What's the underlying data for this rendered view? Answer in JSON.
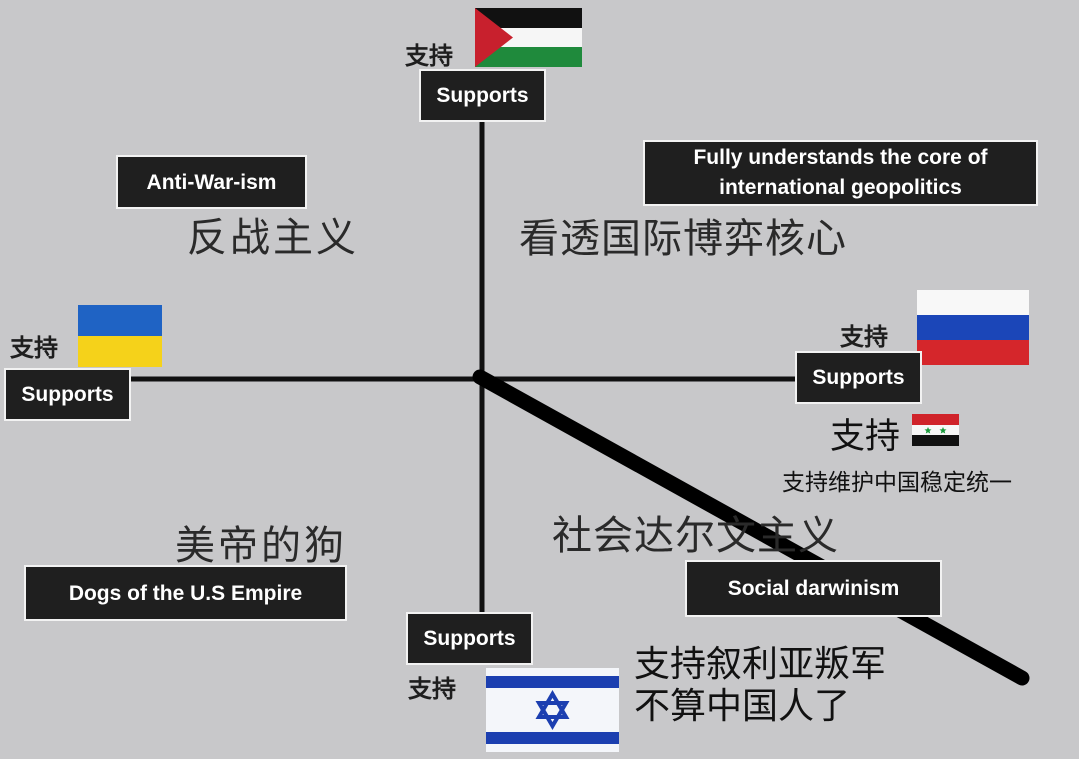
{
  "quadrants": {
    "top_left": {
      "en": "Anti-War-ism",
      "cn": "反战主义"
    },
    "top_right": {
      "en_line1": "Fully understands the core of",
      "en_line2": "international geopolitics",
      "cn": "看透国际博弈核心"
    },
    "bottom_left": {
      "en": "Dogs of the U.S Empire",
      "cn": "美帝的狗"
    },
    "bottom_right": {
      "en": "Social darwinism",
      "cn": "社会达尔文主义"
    }
  },
  "supports": {
    "top": {
      "cn": "支持",
      "en": "Supports",
      "flag": "palestine-flag"
    },
    "left": {
      "cn": "支持",
      "en": "Supports",
      "flag": "ukraine-flag"
    },
    "right": {
      "cn": "支持",
      "en": "Supports",
      "flag": "russia-flag"
    },
    "bottom": {
      "cn": "支持",
      "en": "Supports",
      "flag": "israel-flag"
    }
  },
  "annotations": {
    "syria_support": "支持",
    "syria_flag": "syria-flag",
    "china_stability": "支持维护中国稳定统一",
    "rebels_line1": "支持叙利亚叛军",
    "rebels_line2": "不算中国人了"
  },
  "colors": {
    "background": "#c8c8ca",
    "label_bg": "#1f1f1f",
    "label_text": "#ffffff",
    "axis": "#111111"
  }
}
